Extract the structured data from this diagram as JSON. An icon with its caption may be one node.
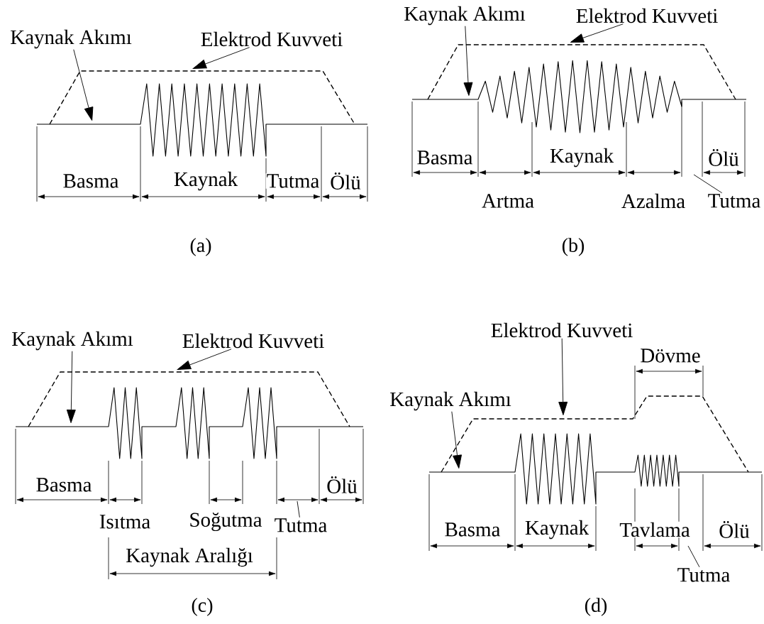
{
  "diagram": {
    "nodes": [
      {
        "text": [
          "Kaynak Akımı"
        ]
      },
      {
        "text": [
          "Elektrod Kuvveti"
        ]
      },
      {
        "text": [
          "Kaynak Akımı"
        ]
      },
      {
        "text": [
          "Elektrod Kuvveti"
        ]
      },
      {
        "text": [
          "Tutma"
        ]
      },
      {
        "text": [
          "Kaynak Akımı"
        ]
      },
      {
        "text": [
          "Elektrod Kuvveti"
        ]
      },
      {
        "text": [
          "Tutma"
        ]
      },
      {
        "text": [
          "Elektrod Kuvveti"
        ]
      },
      {
        "text": [
          "Kaynak Akımı"
        ]
      },
      {
        "text": [
          "Tutma"
        ]
      },
      {
        "text": [],
        "shape": "line"
      },
      {
        "text": [],
        "shape": "line"
      },
      {
        "text": [],
        "shape": "line"
      },
      {
        "text": [],
        "shape": "line"
      },
      {
        "text": [],
        "shape": "line"
      },
      {
        "text": [],
        "shape": "line"
      },
      {
        "text": [],
        "shape": "line"
      },
      {
        "text": [],
        "shape": "line"
      }
    ],
    "edges": [
      {
        "from": 0,
        "to": 11,
        "arrow": "to"
      },
      {
        "from": 1,
        "to": 12,
        "arrow": "to"
      },
      {
        "from": 2,
        "to": 13,
        "arrow": "to"
      },
      {
        "from": 3,
        "to": 14,
        "arrow": "to"
      },
      {
        "from": 4,
        "to": null,
        "arrow": "none"
      },
      {
        "from": 5,
        "to": 15,
        "arrow": "to"
      },
      {
        "from": 6,
        "to": 16,
        "arrow": "to"
      },
      {
        "from": 7,
        "to": null,
        "arrow": "none"
      },
      {
        "from": 8,
        "to": 17,
        "arrow": "to"
      },
      {
        "from": 9,
        "to": 18,
        "arrow": "to"
      },
      {
        "from": 10,
        "to": null,
        "arrow": "none"
      }
    ],
    "labels": [
      "Basma",
      "Kaynak",
      "Tutma",
      "Ölü",
      "(a)",
      "Basma",
      "Kaynak",
      "Ölü",
      "Artma",
      "Azalma",
      "(b)",
      "Basma",
      "Ölü",
      "Isıtma",
      "Soğutma",
      "Kaynak Aralığı",
      "(c)",
      "Dövme",
      "Basma",
      "Kaynak",
      "Tavlama",
      "Ölü",
      "(d)"
    ]
  }
}
